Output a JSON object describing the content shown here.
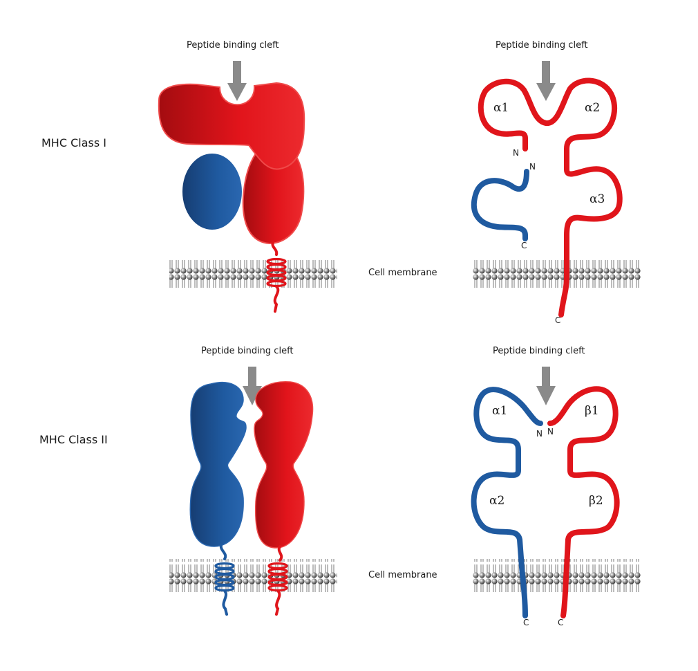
{
  "rows": {
    "class1": "MHC Class I",
    "class2": "MHC Class II"
  },
  "labels": {
    "cleft_1a": "Peptide binding cleft",
    "cleft_1b": "Peptide binding cleft",
    "cleft_2a": "Peptide binding cleft",
    "cleft_2b": "Peptide binding cleft",
    "membrane_1": "Cell membrane",
    "membrane_2": "Cell membrane"
  },
  "domains": {
    "c1_a1": "α1",
    "c1_a2": "α2",
    "c1_a3": "α3",
    "c2_a1": "α1",
    "c2_b1": "β1",
    "c2_a2": "α2",
    "c2_b2": "β2"
  },
  "termini": {
    "c1_n_red": "N",
    "c1_n_blue": "N",
    "c1_c_blue": "C",
    "c1_c_red": "C",
    "c2_n_blue": "N",
    "c2_n_red": "N",
    "c2_c_blue": "C",
    "c2_c_red": "C"
  },
  "colors": {
    "red": "#e0151b",
    "blue": "#1f5aa0",
    "arrow": "#8a8a8a",
    "membrane": "#555555"
  }
}
